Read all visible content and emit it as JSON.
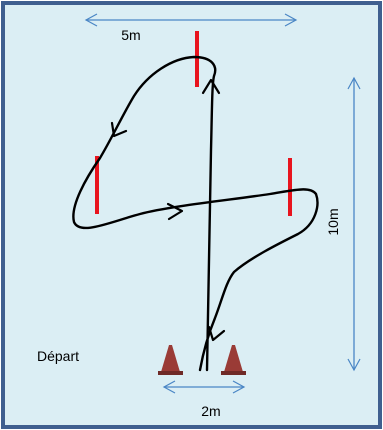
{
  "labels": {
    "width_top": "5m",
    "height_right": "10m",
    "start": "Départ",
    "cone_gap": "2m"
  },
  "colors": {
    "background": "#dbeef4",
    "frame": "#3f5f8f",
    "dimension_arrow": "#4a86c5",
    "route": "#000000",
    "pole": "#e8141e",
    "cone": "#9a3b36",
    "cone_base": "#6f2a27"
  }
}
